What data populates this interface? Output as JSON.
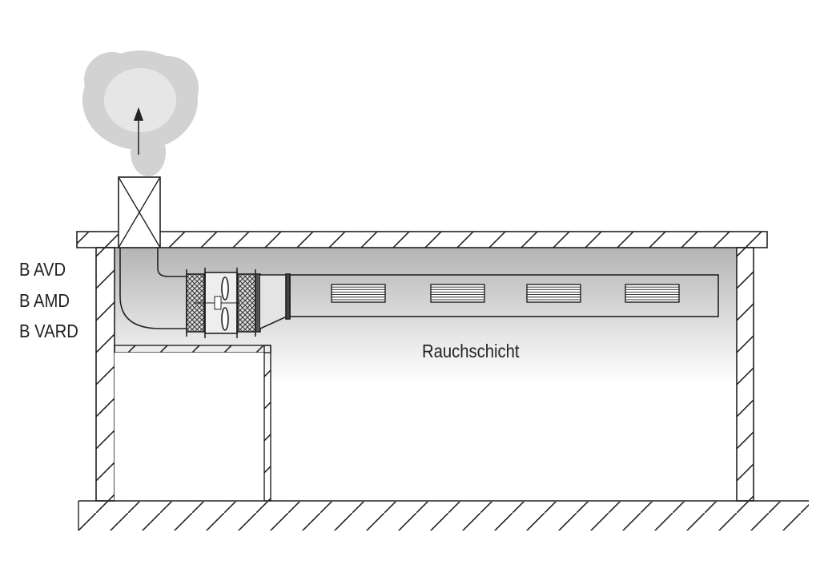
{
  "device_labels": [
    "B AVD",
    "B AMD",
    "B VARD"
  ],
  "smoke_layer_label": "Rauchschicht",
  "colors": {
    "line": "#222222",
    "smoke": "#c8c8c8",
    "layer_top": "#b8b8b8"
  }
}
